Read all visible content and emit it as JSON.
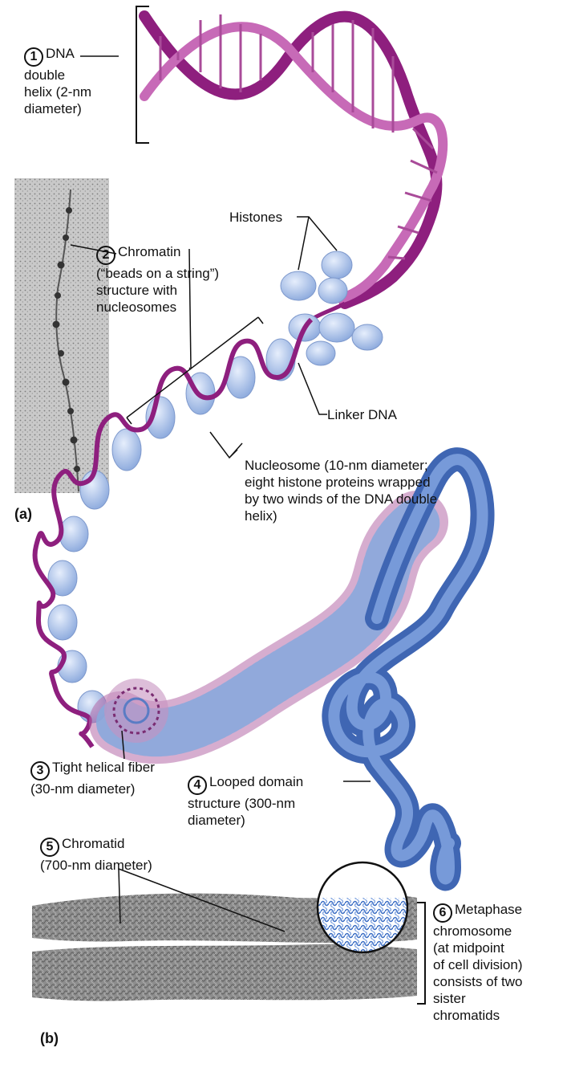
{
  "labels": {
    "dna": {
      "num": "1",
      "text": "DNA\ndouble\nhelix (2-nm\ndiameter)"
    },
    "histones": {
      "text": "Histones"
    },
    "chromatin": {
      "num": "2",
      "text": "Chromatin\n(“beads on a string”)\nstructure with\nnucleosomes"
    },
    "linker": {
      "text": "Linker DNA"
    },
    "nucleosome": {
      "text": "Nucleosome (10-nm diameter;\neight histone proteins wrapped\nby two winds of the DNA double\nhelix)"
    },
    "fiber": {
      "num": "3",
      "text": "Tight helical fiber\n(30-nm diameter)"
    },
    "looped": {
      "num": "4",
      "text": "Looped domain\nstructure (300-nm\ndiameter)"
    },
    "chromatid": {
      "num": "5",
      "text": "Chromatid\n(700-nm diameter)"
    },
    "metaphase": {
      "num": "6",
      "text": "Metaphase\nchromosome\n(at midpoint\nof cell division)\nconsists of two\nsister\nchromatids"
    }
  },
  "panels": {
    "a": "(a)",
    "b": "(b)"
  },
  "colors": {
    "dna": "#8e1f7e",
    "histone": "#a9c2ec",
    "fiber": "#4f79c6",
    "micrograph": "#9a9a9a"
  }
}
